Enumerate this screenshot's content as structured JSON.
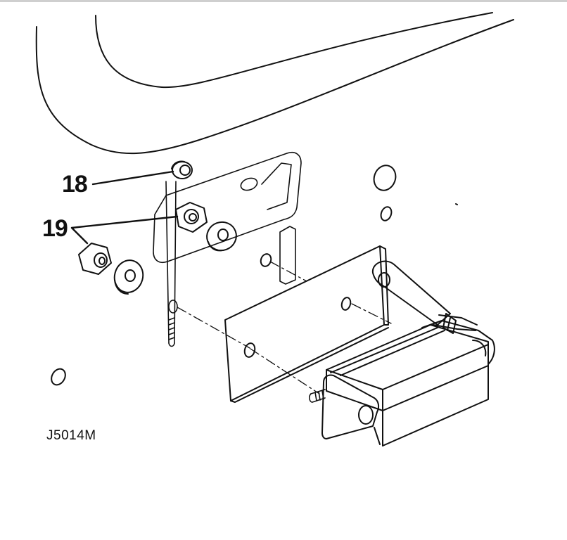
{
  "callouts": [
    {
      "id": "18",
      "label": "18"
    },
    {
      "id": "19",
      "label": "19"
    }
  ],
  "figure_code": "J5014M",
  "colors": {
    "line": "#111111",
    "rule": "#cfcfcf",
    "background": "#ffffff"
  }
}
